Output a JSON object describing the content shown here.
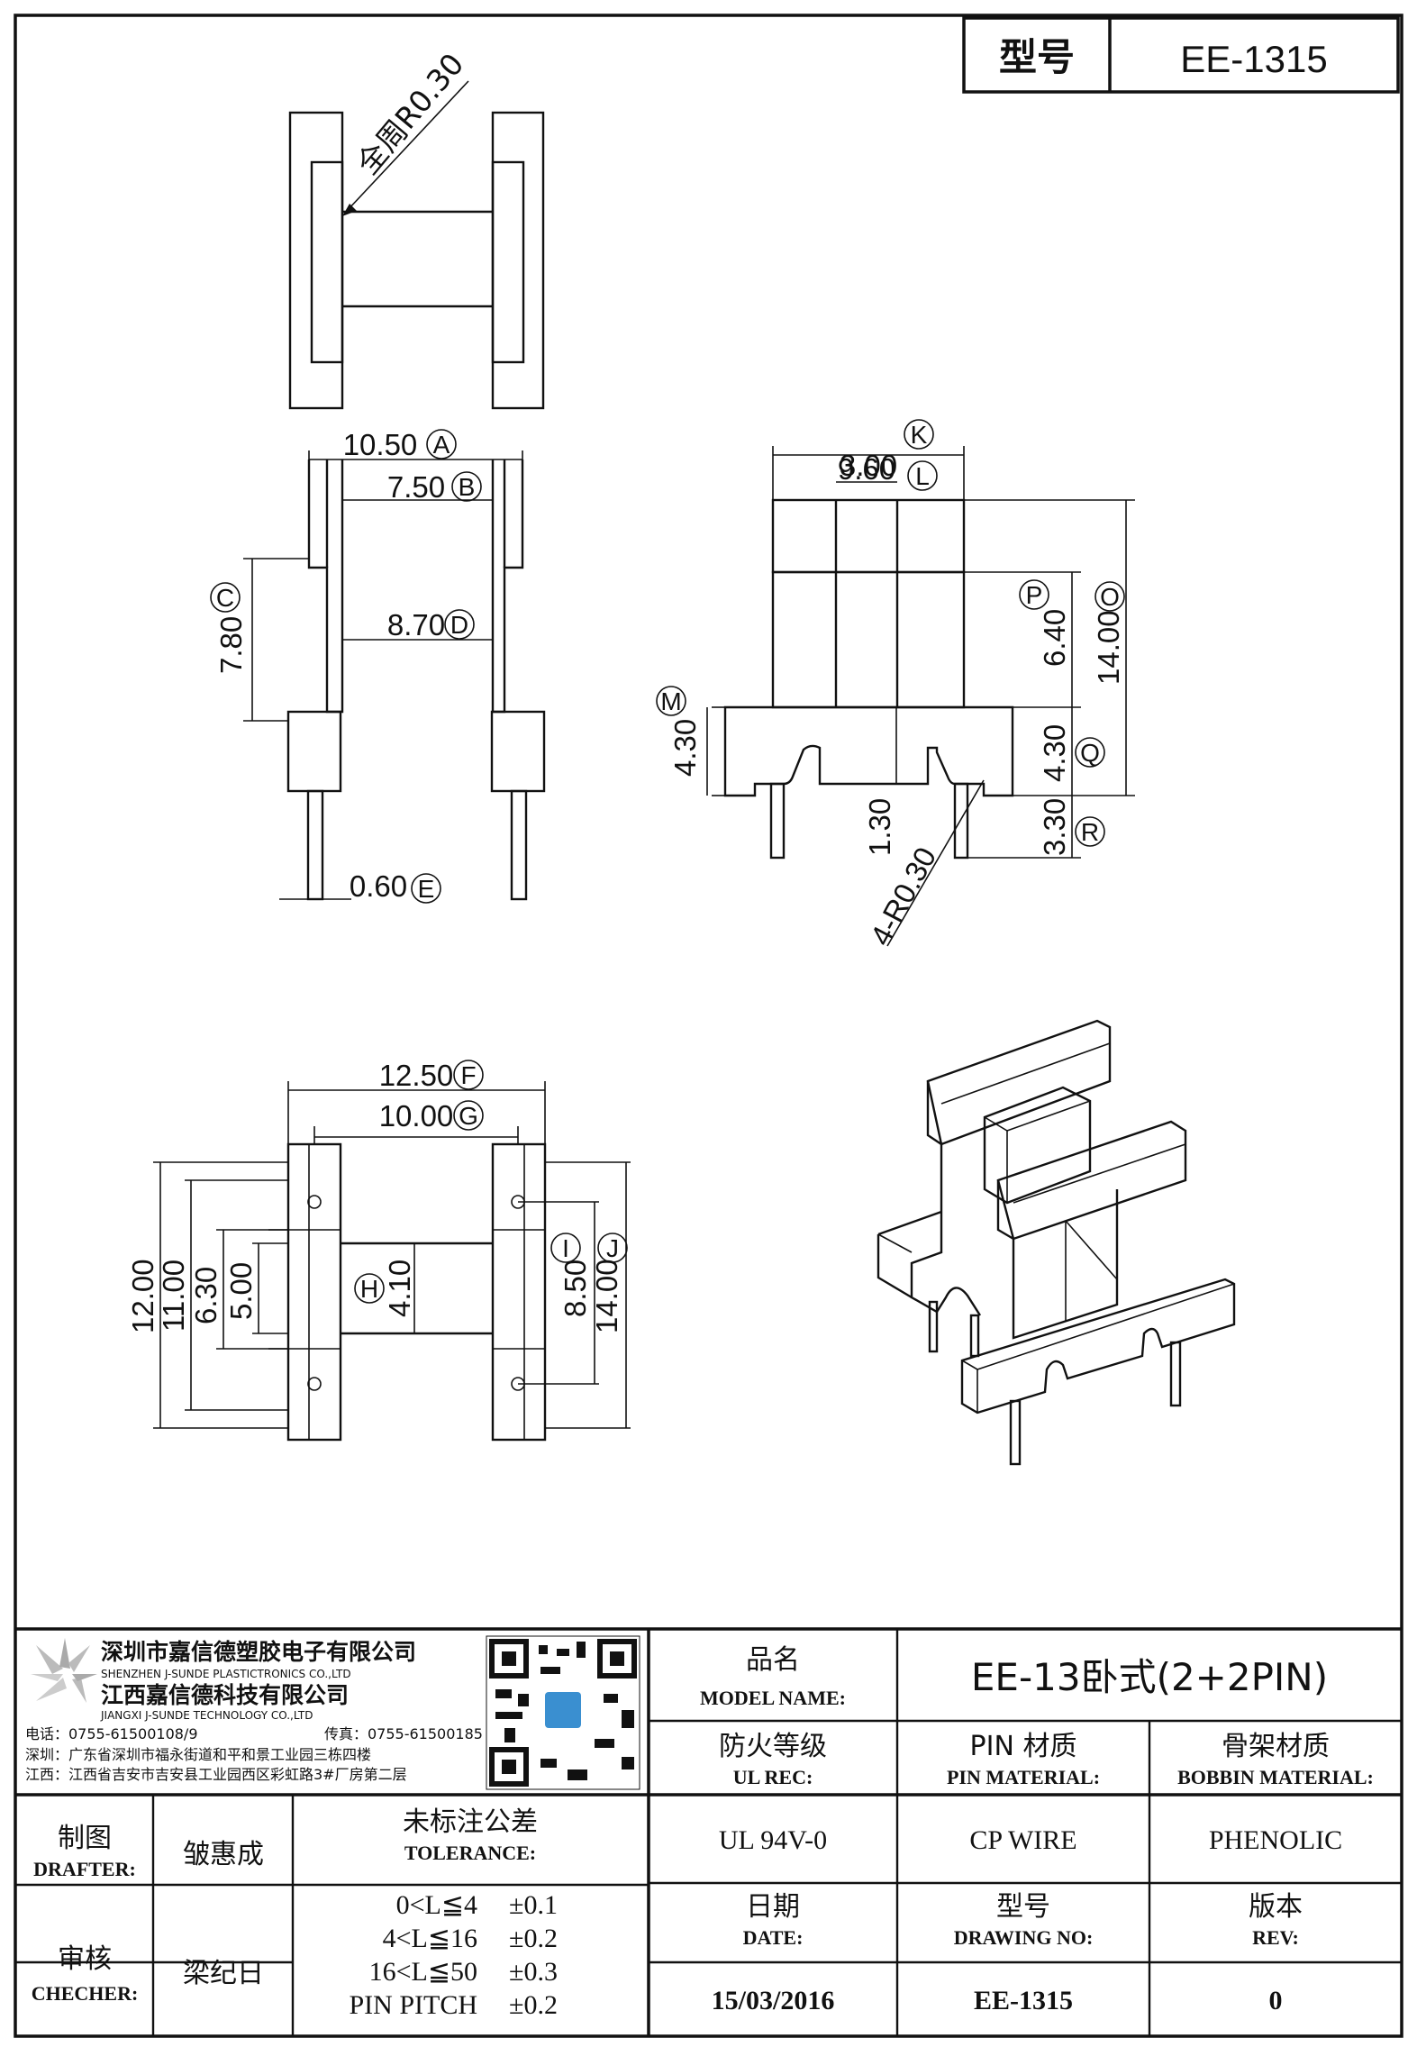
{
  "header": {
    "type_label": "型号",
    "model_code": "EE-1315"
  },
  "top_view": {
    "radius_note": "全周R0.30"
  },
  "front_view": {
    "dims": [
      {
        "value": "10.50",
        "tag": "A"
      },
      {
        "value": "7.50",
        "tag": "B"
      },
      {
        "value": "7.80",
        "tag": "C"
      },
      {
        "value": "8.70",
        "tag": "D"
      },
      {
        "value": "0.60",
        "tag": "E"
      }
    ]
  },
  "side_view": {
    "dims": [
      {
        "value": "9.60",
        "tag": "K"
      },
      {
        "value": "3.00",
        "tag": "L"
      },
      {
        "value": "6.40",
        "tag": "P"
      },
      {
        "value": "14.00",
        "tag": "O"
      },
      {
        "value": "4.30",
        "tag": "M"
      },
      {
        "value": "4.30",
        "tag": "Q"
      },
      {
        "value": "3.30",
        "tag": "R"
      },
      {
        "value": "1.30",
        "tag": ""
      }
    ],
    "radius_note": "4-R0.30"
  },
  "bottom_view": {
    "dims": [
      {
        "value": "12.50",
        "tag": "F"
      },
      {
        "value": "10.00",
        "tag": "G"
      },
      {
        "value": "4.10",
        "tag": "H"
      },
      {
        "value": "8.50",
        "tag": "I"
      },
      {
        "value": "14.00",
        "tag": "J"
      },
      {
        "value": "12.00",
        "tag": ""
      },
      {
        "value": "11.00",
        "tag": ""
      },
      {
        "value": "6.30",
        "tag": ""
      },
      {
        "value": "5.00",
        "tag": ""
      }
    ]
  },
  "company": {
    "name_cn": "深圳市嘉信德塑胶电子有限公司",
    "name_en": "SHENZHEN J-SUNDE PLASTICTRONICS CO.,LTD",
    "name2_cn": "江西嘉信德科技有限公司",
    "name2_en": "JIANGXI J-SUNDE TECHNOLOGY CO.,LTD",
    "phone": "电话：0755-61500108/9",
    "fax": "传真：0755-61500185",
    "addr_sz": "深圳：广东省深圳市福永街道和平和景工业园三栋四楼",
    "addr_jx": "江西：江西省吉安市吉安县工业园西区彩虹路3#厂房第二层"
  },
  "title_block": {
    "model_name_cn": "品名",
    "model_name_en": "MODEL NAME:",
    "model_name_value": "EE-13卧式(2+2PIN)",
    "ul_cn": "防火等级",
    "ul_en": "UL REC:",
    "pin_cn": "PIN 材质",
    "pin_en": "PIN MATERIAL:",
    "bobbin_cn": "骨架材质",
    "bobbin_en": "BOBBIN MATERIAL:",
    "ul_value": "UL 94V-0",
    "pin_value": "CP WIRE",
    "bobbin_value": "PHENOLIC",
    "date_cn": "日期",
    "date_en": "DATE:",
    "drawing_cn": "型号",
    "drawing_en": "DRAWING NO:",
    "rev_cn": "版本",
    "rev_en": "REV:",
    "date_value": "15/03/2016",
    "drawing_value": "EE-1315",
    "rev_value": "0",
    "drafter_cn": "制图",
    "drafter_en": "DRAFTER:",
    "drafter_name": "皱惠成",
    "checker_cn": "审核",
    "checker_en": "CHECHER:",
    "checker_name": "梁纪日",
    "tolerance_cn": "未标注公差",
    "tolerance_en": "TOLERANCE:",
    "tolerances": [
      {
        "range": "0<L≦4",
        "value": "±0.1"
      },
      {
        "range": "4<L≦16",
        "value": "±0.2"
      },
      {
        "range": "16<L≦50",
        "value": "±0.3"
      },
      {
        "range": "PIN PITCH",
        "value": "±0.2"
      }
    ]
  }
}
